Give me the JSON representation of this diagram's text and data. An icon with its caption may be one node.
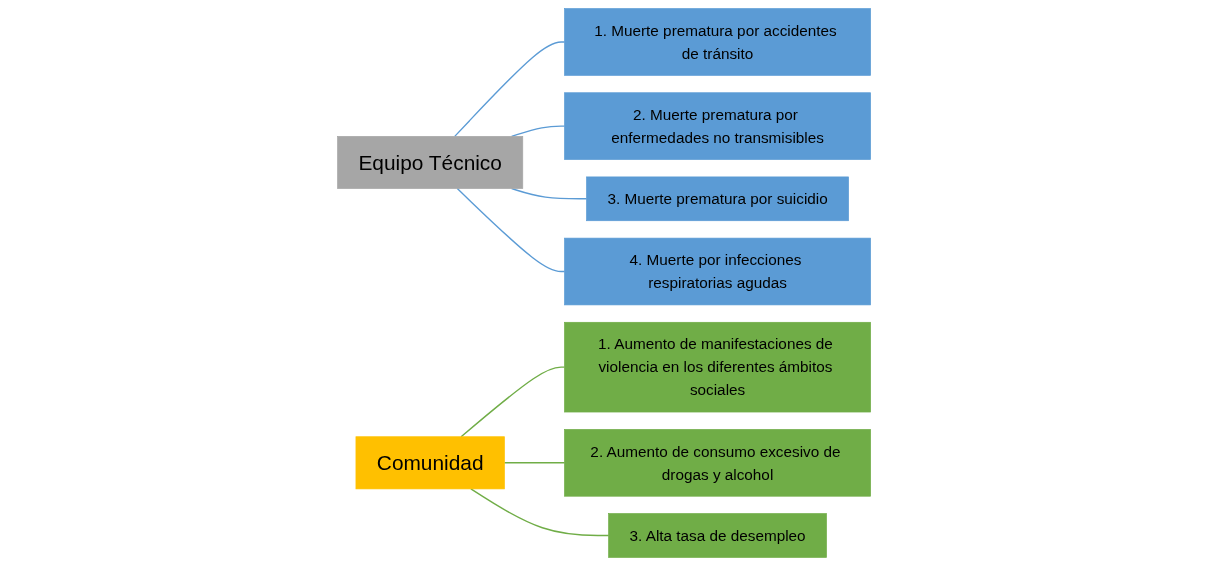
{
  "diagram": {
    "nodes": [
      {
        "text": [
          "Equipo Técnico"
        ]
      },
      {
        "text": [
          "1. Muerte prematura por accidentes de tránsito"
        ]
      },
      {
        "text": [
          "2. Muerte prematura por enfermedades no transmisibles"
        ]
      },
      {
        "text": [
          "3. Muerte prematura por suicidio"
        ]
      },
      {
        "text": [
          "4. Muerte por infecciones respiratorias agudas"
        ]
      },
      {
        "text": [
          "Comunidad"
        ]
      },
      {
        "text": [
          "1. Aumento de manifestaciones de violencia en los diferentes ámbitos sociales"
        ]
      },
      {
        "text": [
          "2. Aumento de consumo excesivo de drogas y alcohol"
        ]
      },
      {
        "text": [
          "3. Alta tasa de desempleo"
        ]
      }
    ],
    "edges": [
      {
        "from": 0,
        "to": 1,
        "arrow": "none",
        "color": "#5b9bd5"
      },
      {
        "from": 0,
        "to": 2,
        "arrow": "none",
        "color": "#5b9bd5"
      },
      {
        "from": 0,
        "to": 3,
        "arrow": "none",
        "color": "#5b9bd5"
      },
      {
        "from": 0,
        "to": 4,
        "arrow": "none",
        "color": "#5b9bd5"
      },
      {
        "from": 5,
        "to": 6,
        "arrow": "none",
        "color": "#70ad47"
      },
      {
        "from": 5,
        "to": 7,
        "arrow": "none",
        "color": "#70ad47"
      },
      {
        "from": 5,
        "to": 8,
        "arrow": "none",
        "color": "#70ad47"
      }
    ]
  }
}
